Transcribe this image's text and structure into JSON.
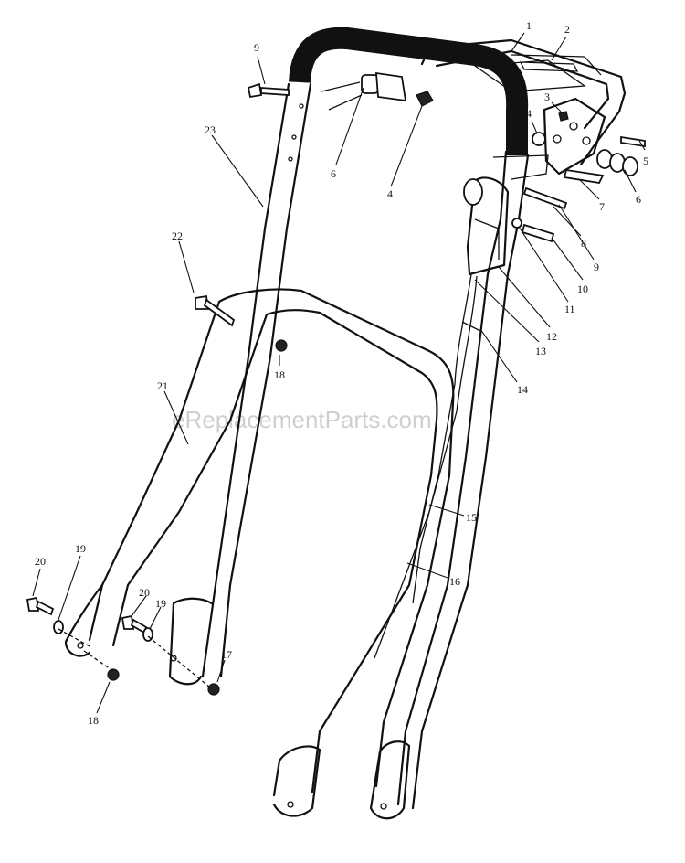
{
  "watermark": "eReplacementParts.com",
  "callouts": [
    {
      "id": "c1",
      "label": "1"
    },
    {
      "id": "c2",
      "label": "2"
    },
    {
      "id": "c3",
      "label": "3"
    },
    {
      "id": "c4a",
      "label": "4"
    },
    {
      "id": "c4b",
      "label": "4"
    },
    {
      "id": "c5",
      "label": "5"
    },
    {
      "id": "c6a",
      "label": "6"
    },
    {
      "id": "c6b",
      "label": "6"
    },
    {
      "id": "c7",
      "label": "7"
    },
    {
      "id": "c8",
      "label": "8"
    },
    {
      "id": "c9a",
      "label": "9"
    },
    {
      "id": "c9b",
      "label": "9"
    },
    {
      "id": "c10",
      "label": "10"
    },
    {
      "id": "c11",
      "label": "11"
    },
    {
      "id": "c12",
      "label": "12"
    },
    {
      "id": "c13",
      "label": "13"
    },
    {
      "id": "c14",
      "label": "14"
    },
    {
      "id": "c15",
      "label": "15"
    },
    {
      "id": "c16",
      "label": "16"
    },
    {
      "id": "c17",
      "label": "17"
    },
    {
      "id": "c18a",
      "label": "18"
    },
    {
      "id": "c18b",
      "label": "18"
    },
    {
      "id": "c19a",
      "label": "19"
    },
    {
      "id": "c19b",
      "label": "19"
    },
    {
      "id": "c20a",
      "label": "20"
    },
    {
      "id": "c20b",
      "label": "20"
    },
    {
      "id": "c21",
      "label": "21"
    },
    {
      "id": "c22",
      "label": "22"
    },
    {
      "id": "c23",
      "label": "23"
    }
  ]
}
